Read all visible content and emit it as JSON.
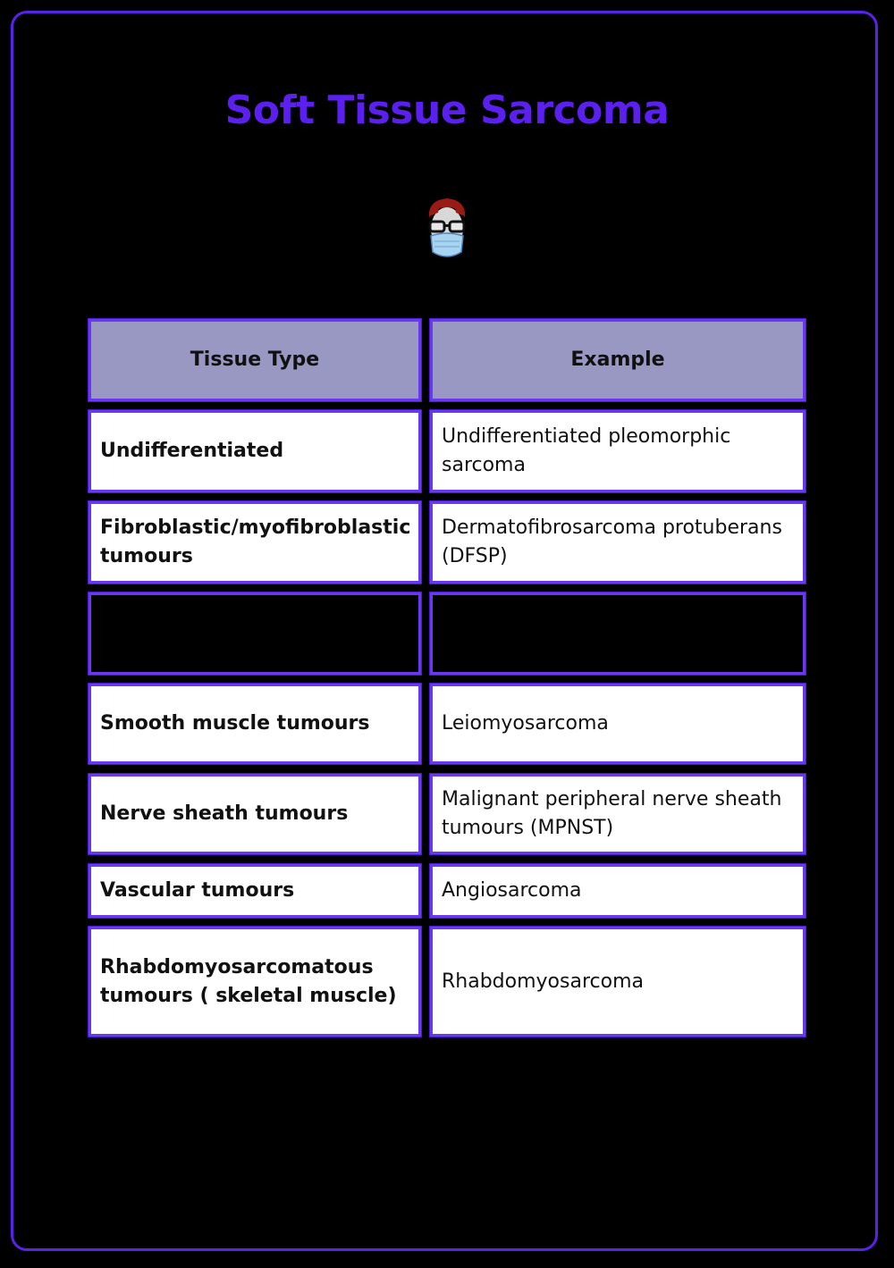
{
  "title": "Soft Tissue Sarcoma",
  "avatar_icon": "doctor-avatar-icon",
  "table": {
    "headers": [
      "Tissue Type",
      "Example"
    ],
    "rows": [
      {
        "type": "Undifferentiated",
        "example": "Undifferentiated pleomorphic sarcoma"
      },
      {
        "type": "Fibroblastic/myofibroblastic tumours",
        "example": "Dermatofibrosarcoma protuberans (DFSP)"
      },
      {
        "type": "",
        "example": ""
      },
      {
        "type": "Smooth muscle tumours",
        "example": "Leiomyosarcoma"
      },
      {
        "type": "Nerve sheath tumours",
        "example": "Malignant peripheral nerve sheath tumours (MPNST)"
      },
      {
        "type": "Vascular tumours",
        "example": "Angiosarcoma"
      },
      {
        "type": "Rhabdomyosarcomatous tumours ( skeletal muscle)",
        "example": "Rhabdomyosarcoma"
      }
    ]
  },
  "colors": {
    "accent": "#5b1ff0",
    "header_bg": "#9898c2",
    "border": "#6a38f0"
  }
}
